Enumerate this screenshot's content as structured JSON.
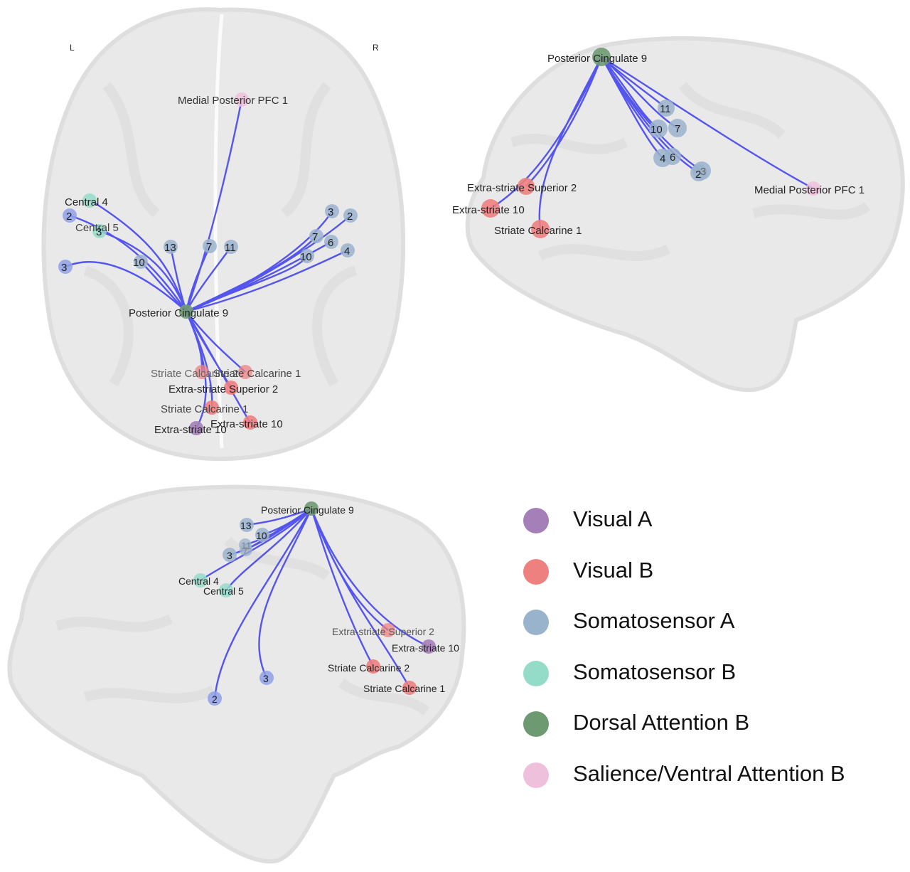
{
  "colors": {
    "visual_a": "#a57fb8",
    "visual_b": "#ee8080",
    "somatosensor_a": "#9ab3cc",
    "somatosensor_b": "#95dcc8",
    "dorsal_attention_b": "#6e9a72",
    "salience_ventral_attention_b": "#efc0dc",
    "connection": "#3b3bf0",
    "brain": "#dcdcdc"
  },
  "legend": [
    {
      "label": "Visual A",
      "color": "#a57fb8"
    },
    {
      "label": "Visual B",
      "color": "#ee8080"
    },
    {
      "label": "Somatosensor A",
      "color": "#9ab3cc"
    },
    {
      "label": "Somatosensor B",
      "color": "#95dcc8"
    },
    {
      "label": "Dorsal Attention B",
      "color": "#6e9a72"
    },
    {
      "label": "Salience/Ventral Attention B",
      "color": "#efc0dc"
    }
  ],
  "axial_view": {
    "orientation_left": "L",
    "orientation_right": "R",
    "labels": {
      "hub": "Posterior Cingulate 9",
      "pfc": "Medial Posterior PFC 1",
      "central4": "Central 4",
      "central5": "Central 5",
      "n2l": "2",
      "n3l": "3",
      "n3l2": "3",
      "n13": "13",
      "n10l": "10",
      "n7m": "7",
      "n11": "11",
      "n3r": "3",
      "n2r": "2",
      "n7r": "7",
      "n6r": "6",
      "n10r": "10",
      "n4r": "4",
      "striate_a": "Striate Calcarine 2",
      "striate_b": "Striate Calcarine 1",
      "ess": "Extra-striate Superior 2",
      "striate_c": "Striate Calcarine 1",
      "es10a": "Extra-striate 10",
      "es10b": "Extra-striate 10"
    }
  },
  "sagittal_right": {
    "labels": {
      "hub": "Posterior Cingulate 9",
      "pfc": "Medial Posterior PFC 1",
      "n11": "11",
      "n10": "10",
      "n7": "7",
      "n4": "4",
      "n6": "6",
      "n3": "3",
      "n2": "2",
      "ess": "Extra-striate Superior 2",
      "es10": "Extra-striate 10",
      "striate": "Striate Calcarine 1"
    }
  },
  "sagittal_left": {
    "labels": {
      "hub": "Posterior Cingulate 9",
      "n13": "13",
      "n10": "10",
      "n11": "11",
      "n7": "7",
      "n3a": "3",
      "central4": "Central 4",
      "central5": "Central 5",
      "ess": "Extra-striate Superior 2",
      "es10": "Extra-striate 10",
      "striate2": "Striate Calcarine 2",
      "striate1": "Striate Calcarine 1",
      "n3b": "3",
      "n2": "2"
    }
  }
}
